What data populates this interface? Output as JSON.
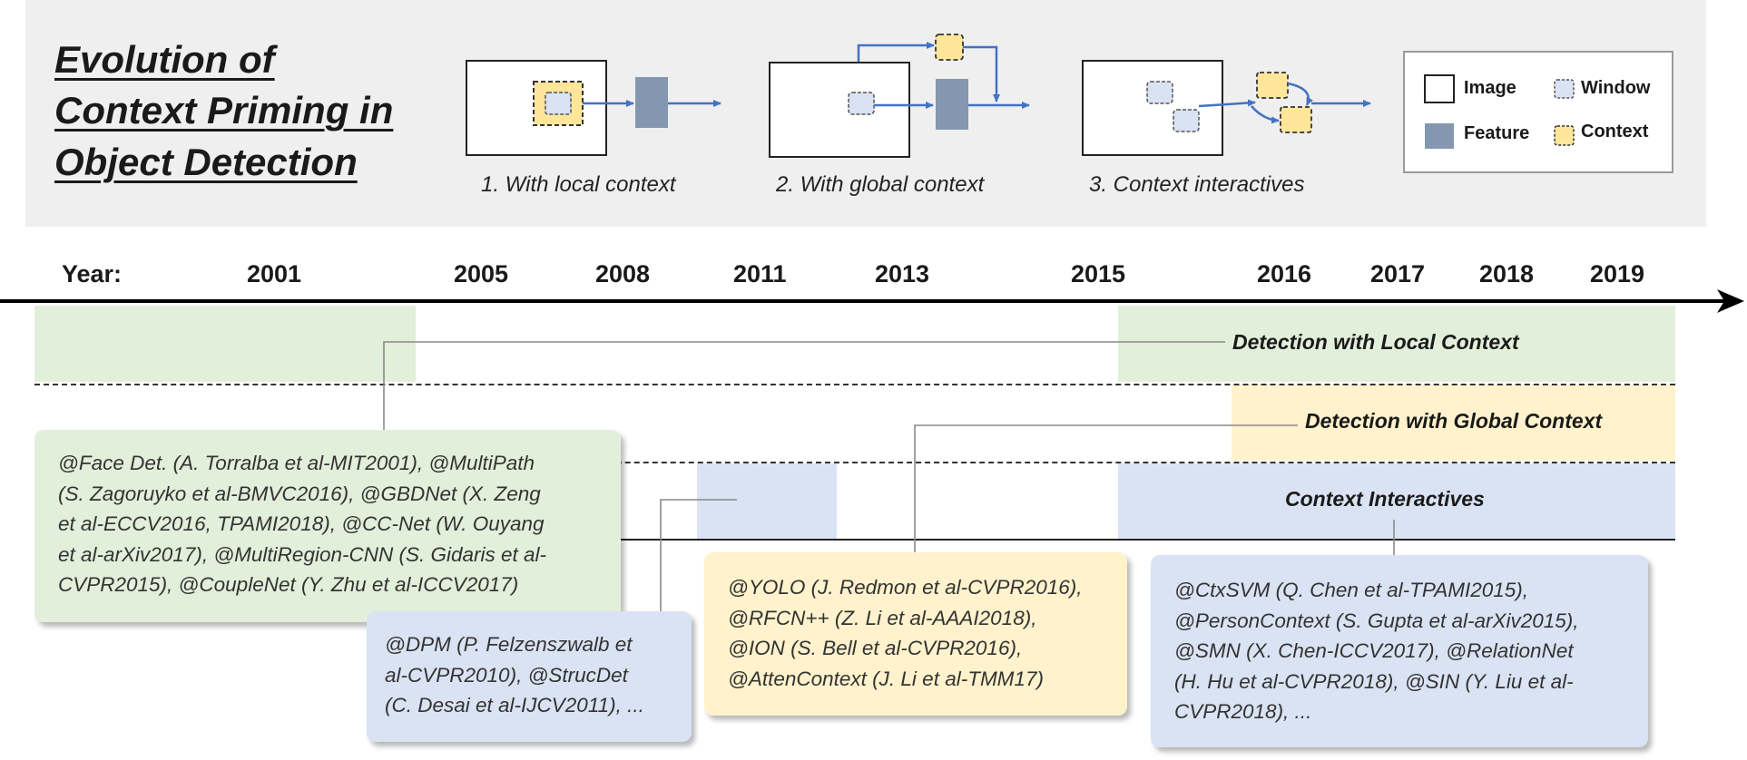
{
  "title": {
    "lines": [
      "Evolution of",
      "Context Priming in",
      "Object Detection"
    ]
  },
  "schematics": {
    "captions": [
      "1. With local context",
      "2. With global context",
      "3. Context interactives"
    ]
  },
  "legend": {
    "image": "Image",
    "window": "Window",
    "feature": "Feature",
    "context": "Context"
  },
  "timeline": {
    "axis_label": "Year:",
    "years": [
      "2001",
      "2005",
      "2008",
      "2011",
      "2013",
      "2015",
      "2016",
      "2017",
      "2018",
      "2019"
    ]
  },
  "bands": {
    "local": "Detection with Local Context",
    "global": "Detection with Global Context",
    "interactives": "Context Interactives"
  },
  "boxes": {
    "local": [
      "@Face Det. (A. Torralba et al-MIT2001), @MultiPath",
      "(S. Zagoruyko et al-BMVC2016), @GBDNet (X. Zeng",
      "et al-ECCV2016, TPAMI2018), @CC-Net (W. Ouyang",
      "et al-arXiv2017), @MultiRegion-CNN (S. Gidaris et al-",
      "CVPR2015), @CoupleNet (Y. Zhu et al-ICCV2017)"
    ],
    "dpm": [
      "@DPM (P. Felzenszwalb et",
      "al-CVPR2010), @StrucDet",
      "(C. Desai et al-IJCV2011), ..."
    ],
    "global": [
      "@YOLO (J. Redmon et al-CVPR2016),",
      "@RFCN++ (Z. Li et al-AAAI2018),",
      "@ION (S. Bell et al-CVPR2016),",
      "@AttenContext (J. Li et al-TMM17)"
    ],
    "interactives": [
      "@CtxSVM (Q. Chen et al-TPAMI2015),",
      "@PersonContext (S. Gupta et al-arXiv2015),",
      "@SMN (X. Chen-ICCV2017), @RelationNet",
      "(H. Hu et al-CVPR2018), @SIN (Y. Liu et al-",
      "CVPR2018), ..."
    ]
  },
  "colors": {
    "panel": "#efefef",
    "local_band": "#e2efda",
    "global_band": "#fff2cc",
    "interactives_band": "#dae3f3",
    "feature": "#8497b0",
    "context": "#ffe699",
    "window": "#dae3f3",
    "arrow": "#4472c4"
  }
}
